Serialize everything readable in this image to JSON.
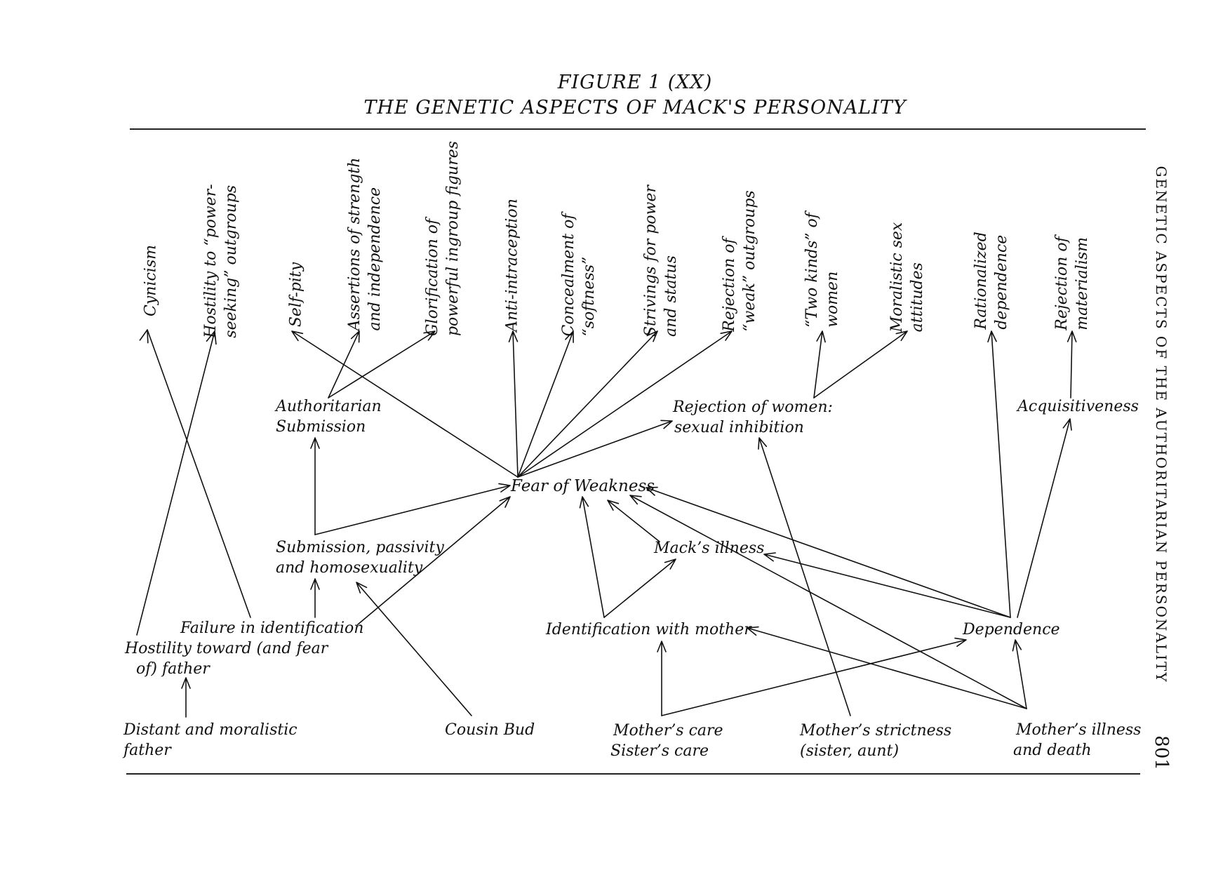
{
  "caption": {
    "figure_number": "FIGURE 1 (XX)",
    "title": "THE GENETIC ASPECTS OF MACK'S PERSONALITY"
  },
  "running_head": "GENETIC ASPECTS OF THE AUTHORITARIAN PERSONALITY",
  "page_number": "801",
  "outcomes": {
    "cynicism": [
      "Cynicism"
    ],
    "hostility_power": [
      "Hostility to “power-",
      "seeking” outgroups"
    ],
    "self_pity": [
      "Self-pity"
    ],
    "assertions": [
      "Assertions of strength",
      "and independence"
    ],
    "glorification": [
      "Glorification of",
      "powerful ingroup figures"
    ],
    "anti_intraception": [
      "Anti-intraception"
    ],
    "concealment": [
      "Concealment of",
      "“softness”"
    ],
    "strivings": [
      "Strivings for power",
      "and status"
    ],
    "rejection_weak": [
      "Rejection of",
      "“weak” outgroups"
    ],
    "two_kinds": [
      "“Two kinds” of",
      "women"
    ],
    "moralistic_sex": [
      "Moralistic sex",
      "attitudes"
    ],
    "rationalized": [
      "Rationalized",
      "dependence"
    ],
    "rejection_materialism": [
      "Rejection of",
      "materialism"
    ]
  },
  "nodes": {
    "authoritarian_submission": [
      "Authoritarian",
      "Submission"
    ],
    "rejection_women": [
      "Rejection of women:",
      "sexual inhibition"
    ],
    "acquisitiveness": [
      "Acquisitiveness"
    ],
    "fear_of_weakness": [
      "Fear of Weakness"
    ],
    "submission_passivity": [
      "Submission, passivity",
      "and homosexuality"
    ],
    "macks_illness": [
      "Mack’s illness"
    ],
    "failure_identification": [
      "Failure in identification"
    ],
    "hostility_father": [
      "Hostility toward (and fear",
      "of) father"
    ],
    "identification_mother": [
      "Identification with mother"
    ],
    "dependence": [
      "Dependence"
    ]
  },
  "sources": {
    "distant_father": [
      "Distant and moralistic",
      "father"
    ],
    "cousin_bud": [
      "Cousin Bud"
    ],
    "mothers_care": [
      "Mother’s care",
      "Sister’s care"
    ],
    "mothers_strictness": [
      "Mother’s strictness",
      "(sister, aunt)"
    ],
    "mothers_illness": [
      "Mother’s illness",
      "and death"
    ]
  },
  "edges": [
    {
      "from": "Failure in identification",
      "to": "Cynicism"
    },
    {
      "from": "Hostility toward (and fear of) father",
      "to": "Hostility to “power-seeking” outgroups"
    },
    {
      "from": "Distant and moralistic father",
      "to": "Hostility toward (and fear of) father"
    },
    {
      "from": "Failure in identification",
      "to": "Submission, passivity and homosexuality"
    },
    {
      "from": "Failure in identification",
      "to": "Fear of Weakness"
    },
    {
      "from": "Cousin Bud",
      "to": "Submission, passivity and homosexuality"
    },
    {
      "from": "Submission, passivity and homosexuality",
      "to": "Authoritarian Submission"
    },
    {
      "from": "Submission, passivity and homosexuality",
      "to": "Fear of Weakness"
    },
    {
      "from": "Authoritarian Submission",
      "to": "Assertions of strength and independence"
    },
    {
      "from": "Authoritarian Submission",
      "to": "Glorification of powerful ingroup figures"
    },
    {
      "from": "Fear of Weakness",
      "to": "Self-pity"
    },
    {
      "from": "Fear of Weakness",
      "to": "Anti-intraception"
    },
    {
      "from": "Fear of Weakness",
      "to": "Concealment of “softness”"
    },
    {
      "from": "Fear of Weakness",
      "to": "Strivings for power and status"
    },
    {
      "from": "Fear of Weakness",
      "to": "Rejection of “weak” outgroups"
    },
    {
      "from": "Fear of Weakness",
      "to": "Rejection of women: sexual inhibition"
    },
    {
      "from": "Rejection of women: sexual inhibition",
      "to": "“Two kinds” of women"
    },
    {
      "from": "Rejection of women: sexual inhibition",
      "to": "Moralistic sex attitudes"
    },
    {
      "from": "Mother’s strictness (sister, aunt)",
      "to": "Rejection of women: sexual inhibition"
    },
    {
      "from": "Identification with mother",
      "to": "Fear of Weakness"
    },
    {
      "from": "Identification with mother",
      "to": "Mack’s illness"
    },
    {
      "from": "Mack’s illness",
      "to": "Fear of Weakness"
    },
    {
      "from": "Dependence",
      "to": "Fear of Weakness"
    },
    {
      "from": "Dependence",
      "to": "Mack’s illness"
    },
    {
      "from": "Dependence",
      "to": "Rationalized dependence"
    },
    {
      "from": "Dependence",
      "to": "Acquisitiveness"
    },
    {
      "from": "Acquisitiveness",
      "to": "Rejection of materialism"
    },
    {
      "from": "Mother’s care / Sister’s care",
      "to": "Identification with mother"
    },
    {
      "from": "Mother’s care / Sister’s care",
      "to": "Dependence"
    },
    {
      "from": "Mother’s illness and death",
      "to": "Identification with mother"
    },
    {
      "from": "Mother’s illness and death",
      "to": "Fear of Weakness"
    },
    {
      "from": "Mother’s illness and death",
      "to": "Dependence"
    }
  ]
}
